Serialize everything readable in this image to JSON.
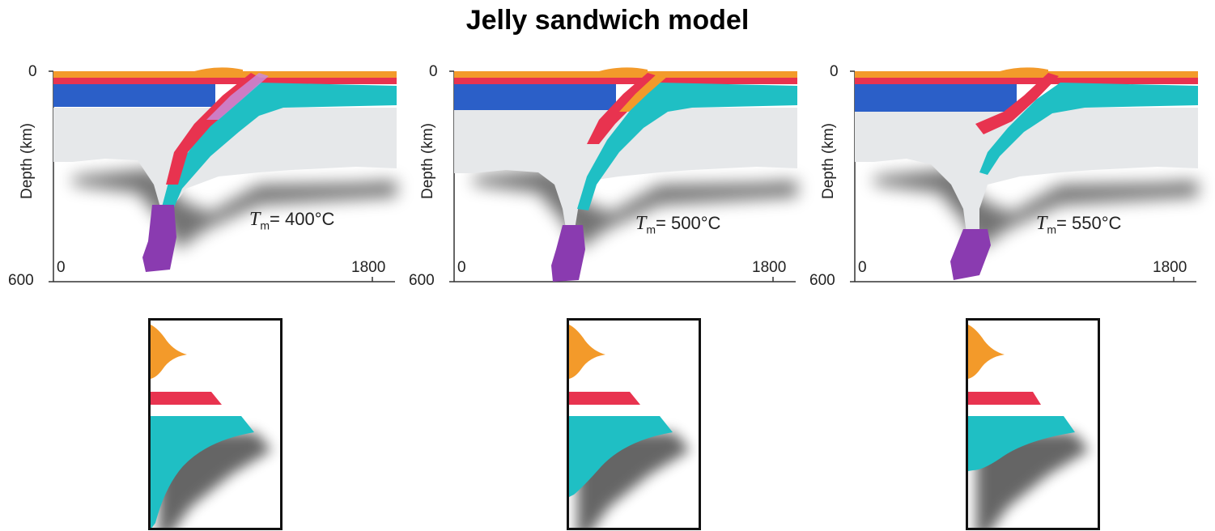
{
  "title": "Jelly sandwich model",
  "panels": [
    {
      "y_axis_label": "Depth (km)",
      "y_top": "0",
      "y_bottom": "600",
      "x_left": "0",
      "x_right": "1800",
      "tm_symbol": "T",
      "tm_sub": "m",
      "tm_value": "= 400°C"
    },
    {
      "y_axis_label": "Depth (km)",
      "y_top": "0",
      "y_bottom": "600",
      "x_left": "0",
      "x_right": "1800",
      "tm_symbol": "T",
      "tm_sub": "m",
      "tm_value": "= 500°C"
    },
    {
      "y_axis_label": "Depth (km)",
      "y_top": "0",
      "y_bottom": "600",
      "x_left": "0",
      "x_right": "1800",
      "tm_symbol": "T",
      "tm_sub": "m",
      "tm_value": "= 550°C"
    }
  ],
  "colors": {
    "upper_crust": "#f39a2a",
    "lower_crust": "#e8334f",
    "mantle_lithosphere": "#2b5fc8",
    "oceanic_slab": "#1fbfc4",
    "asthenosphere": "#e6e8ea",
    "deep_block": "#8a3bb0"
  }
}
